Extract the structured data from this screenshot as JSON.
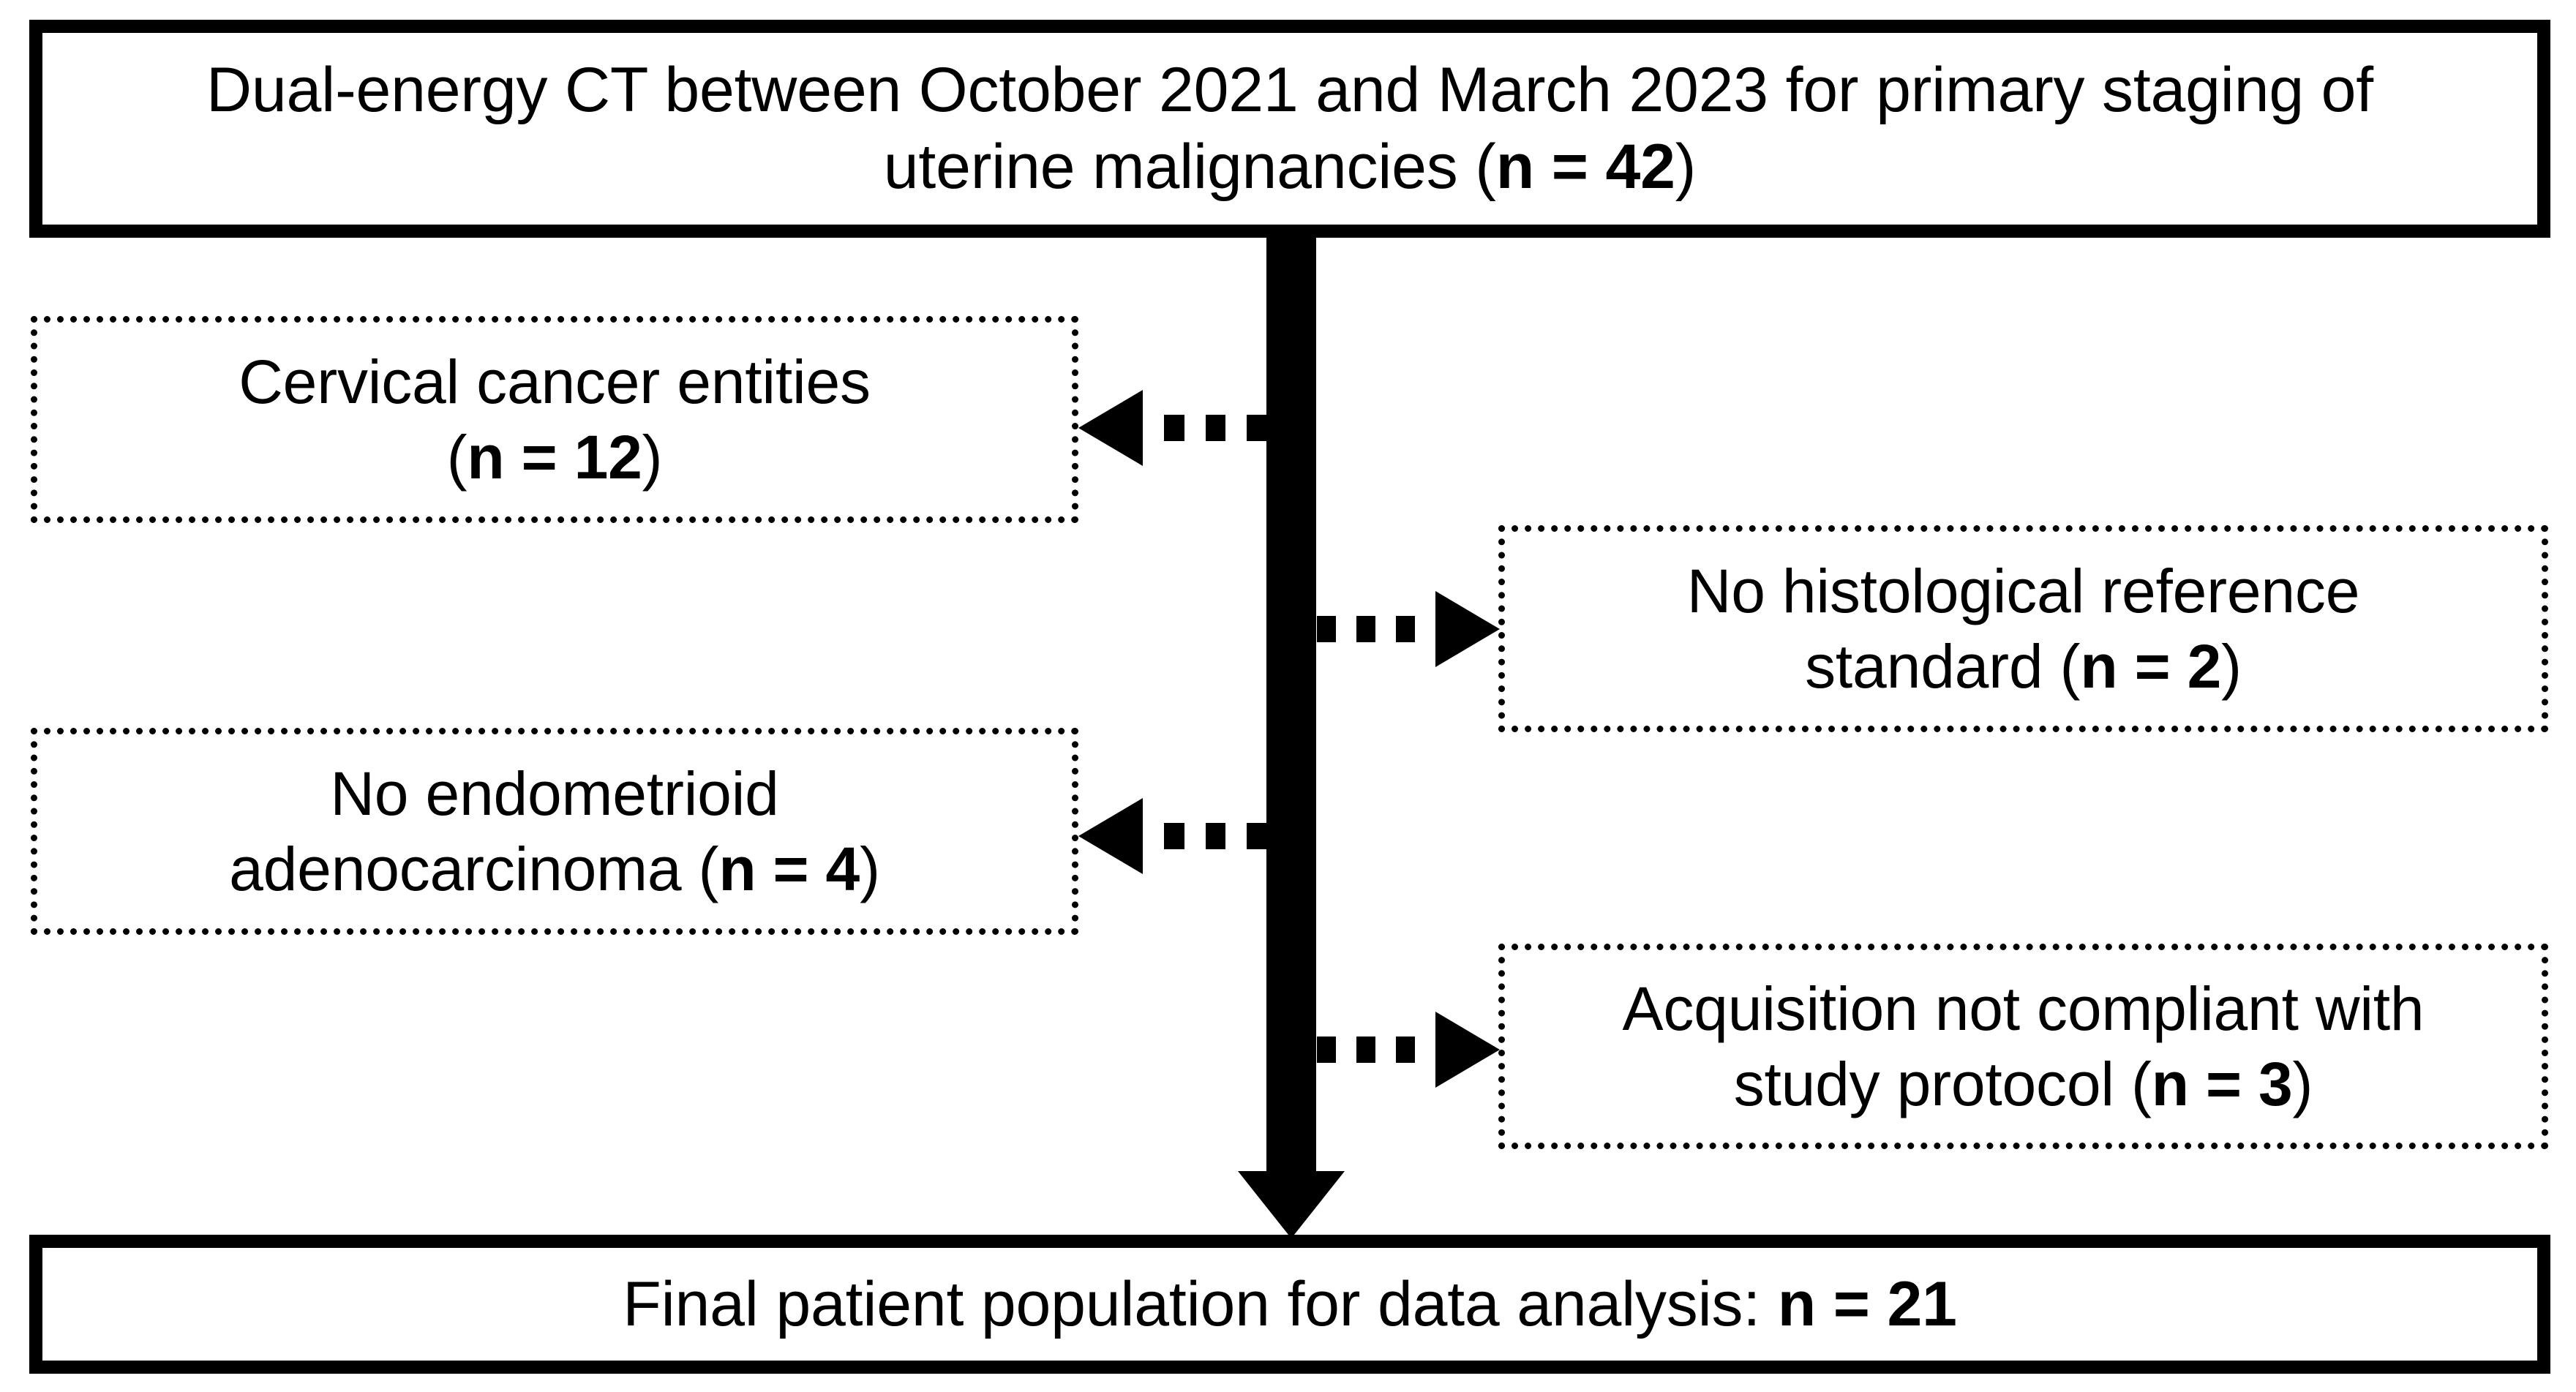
{
  "figure": {
    "type": "flowchart",
    "title": "Patient selection flowchart",
    "colors": {
      "background": "#ffffff",
      "stroke": "#000000",
      "text": "#000000"
    }
  },
  "nodes": {
    "top": {
      "id": "enrollment",
      "border_style": "solid",
      "line1": "Dual-energy CT between October 2021 and March 2023 for primary staging of",
      "line2_prefix": "uterine malignancies (",
      "line2_bold": "n = 42",
      "line2_suffix": ")",
      "n": 42
    },
    "exclusion_left_1": {
      "id": "cervical-cancer-entities",
      "border_style": "dotted",
      "line1": "Cervical cancer entities",
      "line2_prefix": "(",
      "line2_bold": "n = 12",
      "line2_suffix": ")",
      "n": 12
    },
    "exclusion_right_1": {
      "id": "no-histological-reference-standard",
      "border_style": "dotted",
      "line1": "No histological reference",
      "line2_prefix": "standard (",
      "line2_bold": "n = 2",
      "line2_suffix": ")",
      "n": 2
    },
    "exclusion_left_2": {
      "id": "no-endometrioid-adenocarcinoma",
      "border_style": "dotted",
      "line1": "No endometrioid",
      "line2_prefix": "adenocarcinoma (",
      "line2_bold": "n = 4",
      "line2_suffix": ")",
      "n": 4
    },
    "exclusion_right_2": {
      "id": "acquisition-not-compliant",
      "border_style": "dotted",
      "line1": "Acquisition not compliant with",
      "line2_prefix": "study protocol (",
      "line2_bold": "n = 3",
      "line2_suffix": ")",
      "n": 3
    },
    "bottom": {
      "id": "final-population",
      "border_style": "solid",
      "line1_prefix": "Final patient population for data analysis: ",
      "line1_bold": "n = 21",
      "n": 21
    }
  },
  "connectors": {
    "trunk": {
      "style": "solid",
      "direction": "down",
      "arrowhead": true
    },
    "exclusion_arrows": [
      {
        "id": "arrow-to-cervical-cancer-entities",
        "style": "dashed",
        "direction": "left",
        "dash_count": 3
      },
      {
        "id": "arrow-to-no-histological-reference-standard",
        "style": "dashed",
        "direction": "right",
        "dash_count": 3
      },
      {
        "id": "arrow-to-no-endometrioid-adenocarcinoma",
        "style": "dashed",
        "direction": "left",
        "dash_count": 3
      },
      {
        "id": "arrow-to-acquisition-not-compliant",
        "style": "dashed",
        "direction": "right",
        "dash_count": 3
      }
    ]
  }
}
